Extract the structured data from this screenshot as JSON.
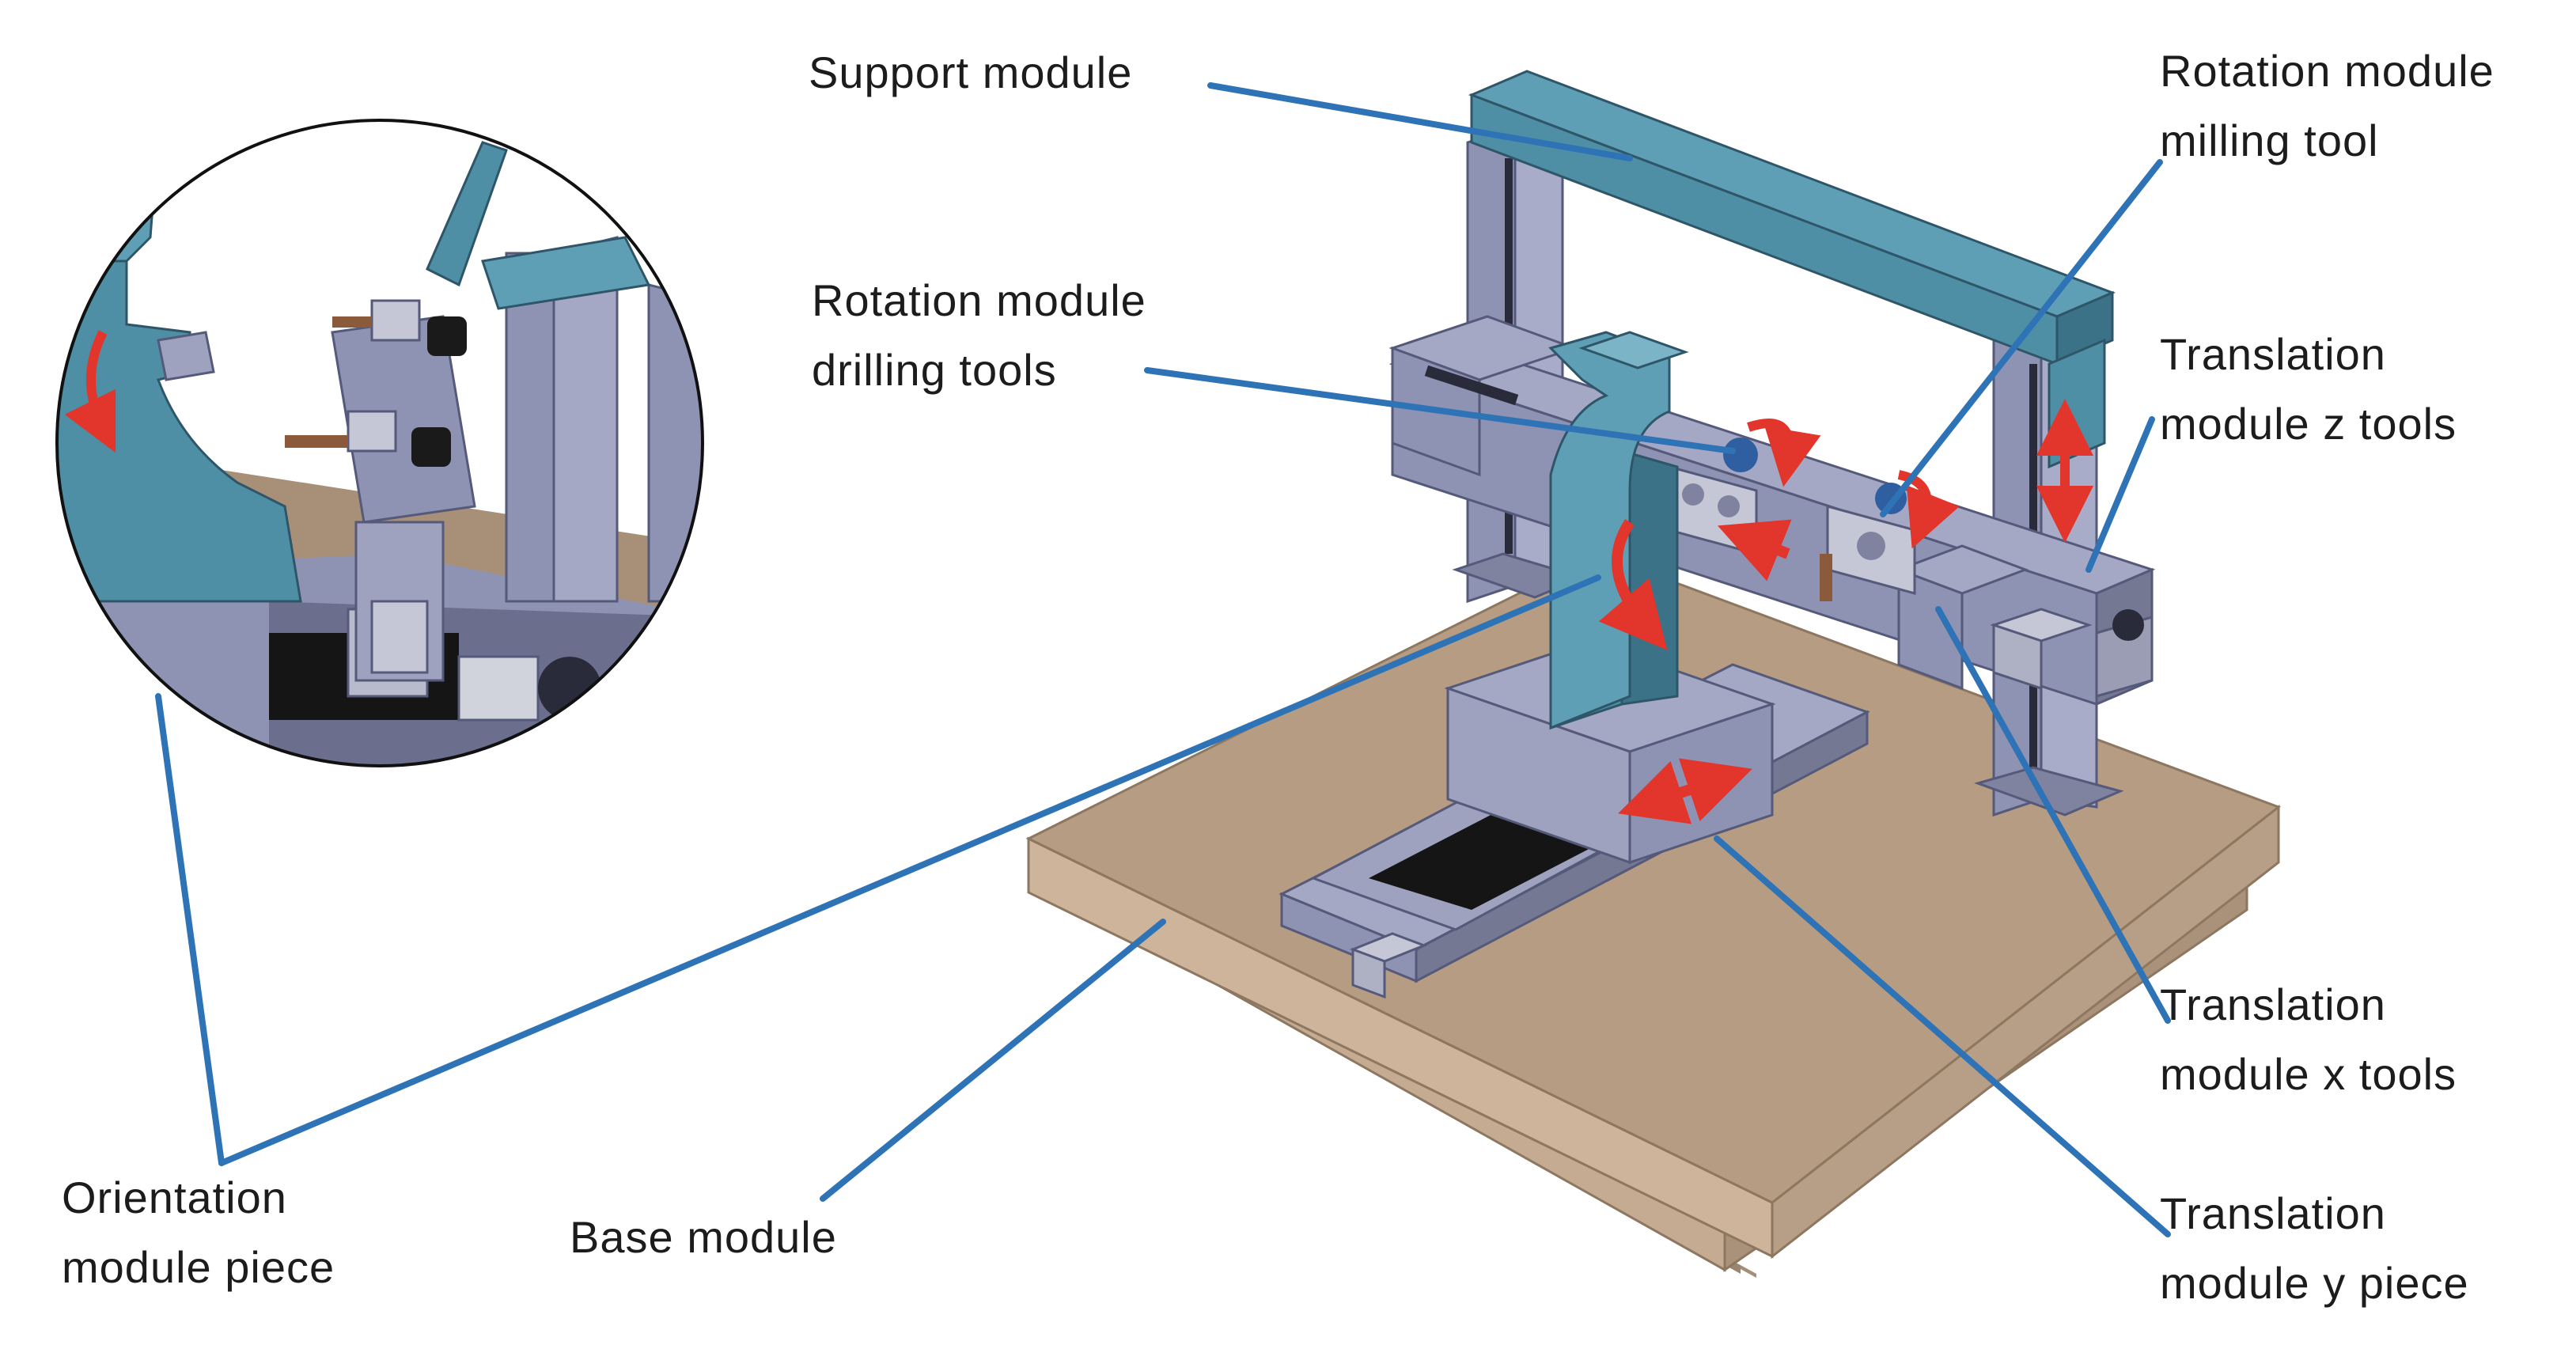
{
  "labels": {
    "support": "Support module",
    "rotation_milling": [
      "Rotation module",
      "milling tool"
    ],
    "rotation_drilling": [
      "Rotation module",
      "drilling tools"
    ],
    "translation_z": [
      "Translation",
      "module z tools"
    ],
    "translation_x": [
      "Translation",
      "module x tools"
    ],
    "translation_y": [
      "Translation",
      "module y piece"
    ],
    "orientation": [
      "Orientation",
      "module piece"
    ],
    "base": "Base module"
  },
  "colors": {
    "leader_line": "#2f73b7",
    "frame_teal": "#4e8fa6",
    "frame_teal_dark": "#3b7288",
    "steel": "#8f93b3",
    "steel_dark": "#6b6f8d",
    "table_top": "#b39a80",
    "table_side": "#c6ad93",
    "motion_arrow": "#e2352b",
    "label_text": "#1c1c1c"
  }
}
